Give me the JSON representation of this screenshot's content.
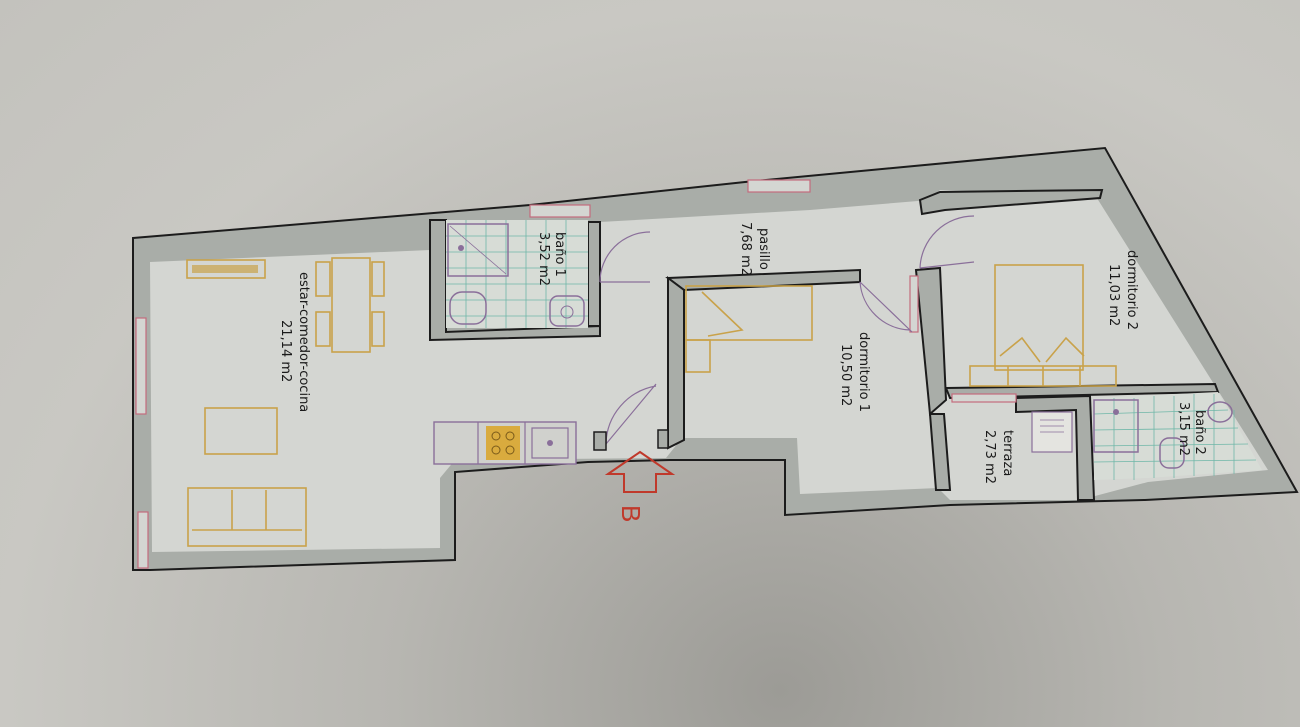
{
  "plan": {
    "rooms": [
      {
        "id": "estar",
        "name": "estar-comedor-cocina",
        "area": "21,14 m2"
      },
      {
        "id": "bano1",
        "name": "baño 1",
        "area": "3,52 m2"
      },
      {
        "id": "pasillo",
        "name": "pasillo",
        "area": "7,68 m2"
      },
      {
        "id": "dorm1",
        "name": "dormitorio 1",
        "area": "10,50 m2"
      },
      {
        "id": "dorm2",
        "name": "dormitorio 2",
        "area": "11,03 m2"
      },
      {
        "id": "terraza",
        "name": "terraza",
        "area": "2,73 m2"
      },
      {
        "id": "bano2",
        "name": "baño 2",
        "area": "3,15 m2"
      }
    ],
    "entry": {
      "letter": "B"
    }
  },
  "colors": {
    "wall": "#a9ada8",
    "floor": "#d4d6d2",
    "window": "#c46b7d",
    "furniture": "#c9a24a",
    "sanitary": "#8a6f9a",
    "tile": "#6fb7a8",
    "entry": "#c0392b"
  }
}
